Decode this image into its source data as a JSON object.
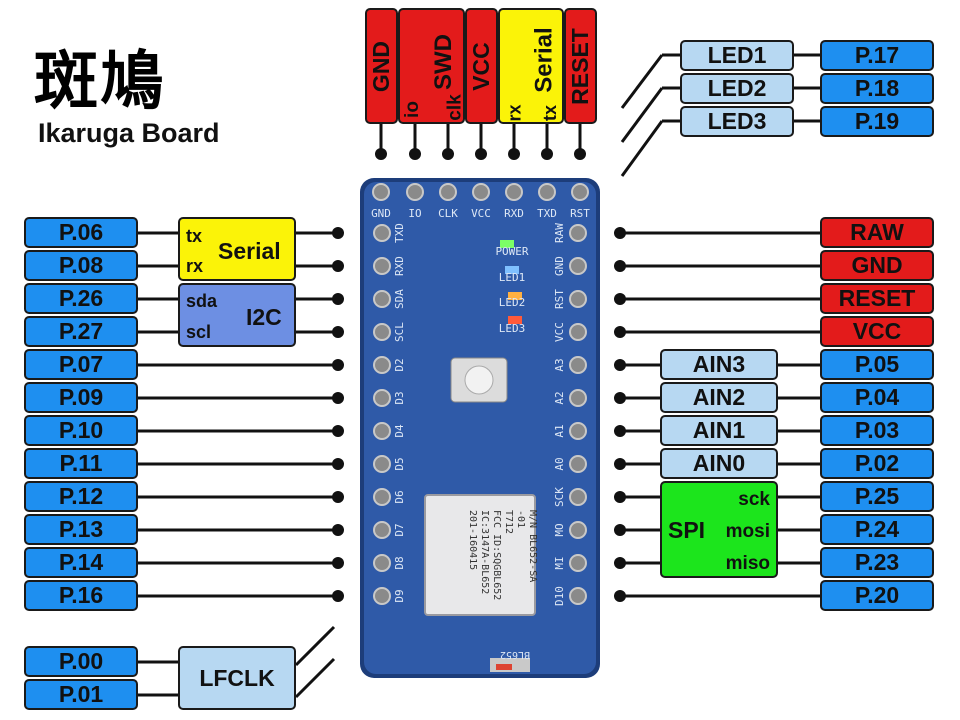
{
  "title": {
    "cjk": "斑鳩",
    "en": "Ikaruga Board"
  },
  "colors": {
    "pin": "#1e8ff0",
    "light": "#b7d8f2",
    "red": "#e31b1b",
    "yellow": "#fbf308",
    "green": "#1ce51c",
    "group": "#6d8fe3",
    "board": "#2f5aa8"
  },
  "top_header": {
    "gnd": "GND",
    "swd": {
      "title": "SWD",
      "io": "io",
      "clk": "clk"
    },
    "vcc": "VCC",
    "serial": {
      "title": "Serial",
      "rx": "rx",
      "tx": "tx"
    },
    "reset": "RESET"
  },
  "leds": {
    "labels": [
      "LED1",
      "LED2",
      "LED3"
    ],
    "pins": [
      "P.17",
      "P.18",
      "P.19"
    ]
  },
  "left_pins": [
    "P.06",
    "P.08",
    "P.26",
    "P.27",
    "P.07",
    "P.09",
    "P.10",
    "P.11",
    "P.12",
    "P.13",
    "P.14",
    "P.16"
  ],
  "left_groups": {
    "serial": {
      "title": "Serial",
      "tx": "tx",
      "rx": "rx"
    },
    "i2c": {
      "title": "I2C",
      "sda": "sda",
      "scl": "scl"
    }
  },
  "lfclk": {
    "label": "LFCLK",
    "pins": [
      "P.00",
      "P.01"
    ]
  },
  "right_pins": [
    "RAW",
    "GND",
    "RESET",
    "VCC",
    "P.05",
    "P.04",
    "P.03",
    "P.02",
    "P.25",
    "P.24",
    "P.23",
    "P.20"
  ],
  "analog": [
    "AIN3",
    "AIN2",
    "AIN1",
    "AIN0"
  ],
  "spi": {
    "title": "SPI",
    "sck": "sck",
    "mosi": "mosi",
    "miso": "miso"
  },
  "board": {
    "top_silk": [
      "GND",
      "IO",
      "CLK",
      "VCC",
      "RXD",
      "TXD",
      "RST"
    ],
    "left_silk": [
      "TXD",
      "RXD",
      "SDA",
      "SCL",
      "D2",
      "D3",
      "D4",
      "D5",
      "D6",
      "D7",
      "D8",
      "D9"
    ],
    "right_silk": [
      "RAW",
      "GND",
      "RST",
      "VCC",
      "A3",
      "A2",
      "A1",
      "A0",
      "SCK",
      "MO",
      "MI",
      "D10"
    ],
    "led_silk": [
      "POWER",
      "LED1",
      "LED2",
      "LED3"
    ],
    "module": {
      "line1": "M/N BL652-SA",
      "line2": "-01",
      "line3": "T712",
      "line4": "FCC ID:SQGBL652",
      "line5": "IC:3147A-BL652",
      "line6": "201-160415",
      "marking": "BL652"
    }
  }
}
